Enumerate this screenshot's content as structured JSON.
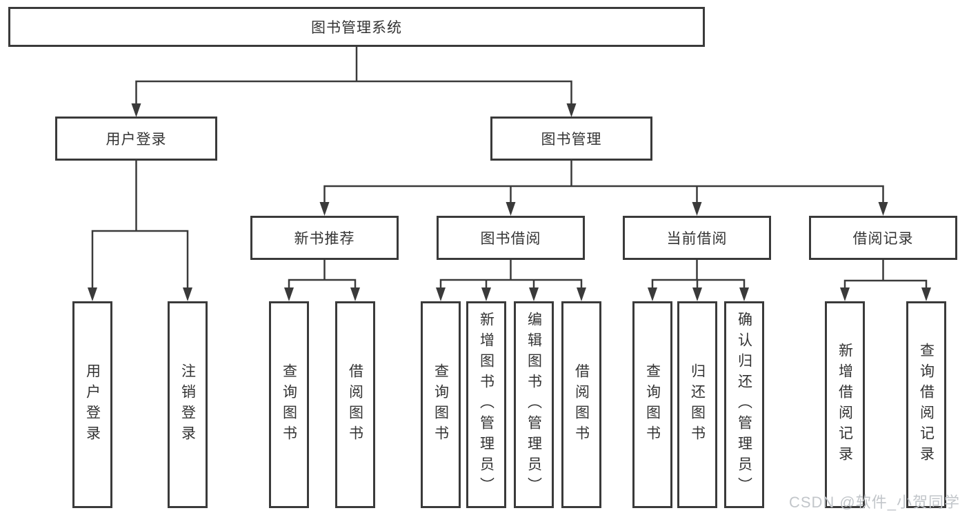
{
  "diagram": {
    "root": "图书管理系统",
    "branches": [
      {
        "label": "用户登录",
        "children": [
          "用户登录",
          "注销登录"
        ]
      },
      {
        "label": "图书管理",
        "groups": [
          {
            "label": "新书推荐",
            "children": [
              "查询图书",
              "借阅图书"
            ]
          },
          {
            "label": "图书借阅",
            "children": [
              "查询图书",
              "新增图书（管理员）",
              "编辑图书（管理员）",
              "借阅图书"
            ]
          },
          {
            "label": "当前借阅",
            "children": [
              "查询图书",
              "归还图书",
              "确认归还（管理员）"
            ]
          },
          {
            "label": "借阅记录",
            "children": [
              "新增借阅记录",
              "查询借阅记录"
            ]
          }
        ]
      }
    ]
  },
  "watermark": "CSDN @软件_小贺同学",
  "colors": {
    "line": "#3a3a3a",
    "box_border": "#3a3a3a",
    "box_fill": "#ffffff",
    "text": "#333333",
    "watermark": "#c2c6ca"
  }
}
